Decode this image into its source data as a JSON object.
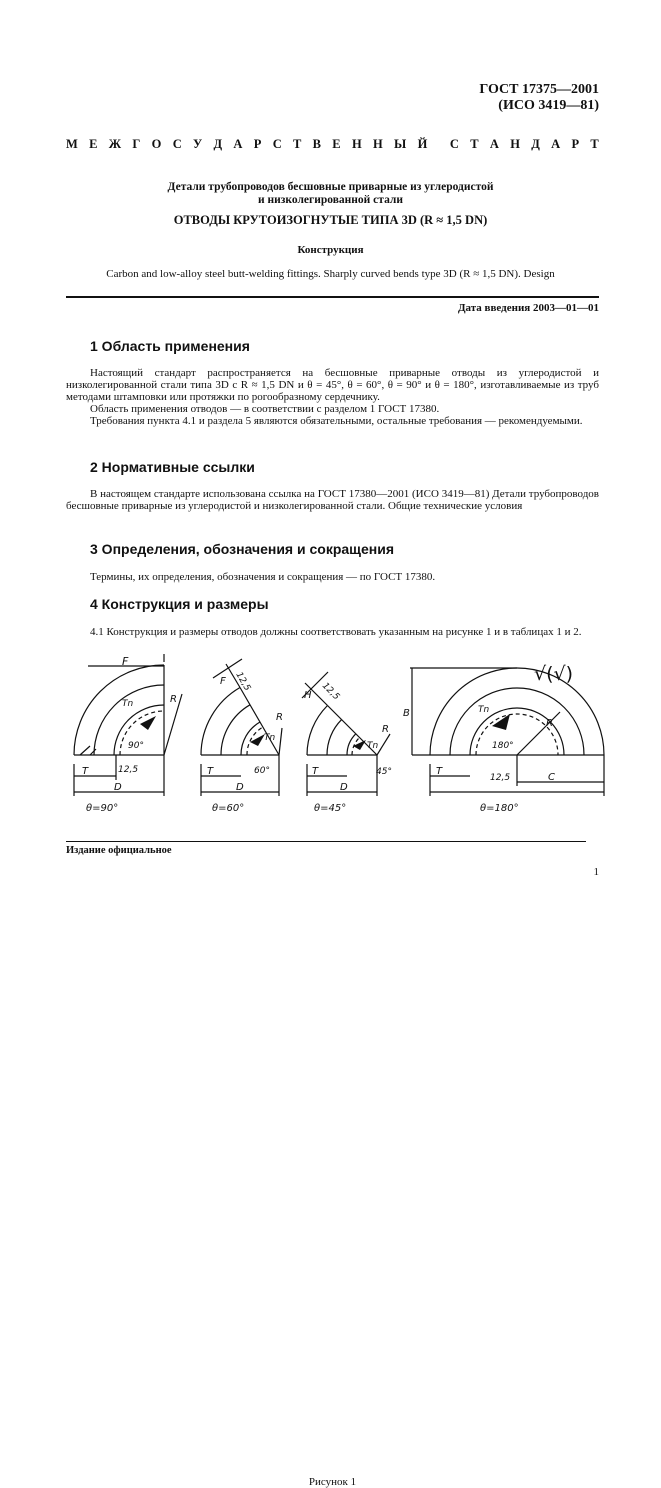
{
  "header": {
    "standard_code": "ГОСТ 17375—2001",
    "iso_code": "(ИСО 3419—81)"
  },
  "interstate_letters": [
    "М",
    "Е",
    "Ж",
    "Г",
    "О",
    "С",
    "У",
    "Д",
    "А",
    "Р",
    "С",
    "Т",
    "В",
    "Е",
    "Н",
    "Н",
    "Ы",
    "Й",
    "",
    "С",
    "Т",
    "А",
    "Н",
    "Д",
    "А",
    "Р",
    "Т"
  ],
  "subtitle_line1": "Детали трубопроводов бесшовные приварные из углеродистой",
  "subtitle_line2": "и низколегированной стали",
  "title": "ОТВОДЫ КРУТОИЗОГНУТЫЕ ТИПА 3D (R ≈ 1,5 DN)",
  "construction_label": "Конструкция",
  "english_title": "Carbon and low-alloy steel butt-welding fittings. Sharply curved bends type 3D (R ≈ 1,5 DN). Design",
  "intro_date": "Дата введения 2003—01—01",
  "sections": [
    {
      "heading": "1 Область применения",
      "paragraphs": [
        "Настоящий стандарт распространяется на бесшовные приварные отводы из углеродистой и низколегированной стали типа 3D с R ≈ 1,5 DN и θ = 45°, θ = 60°, θ = 90° и θ = 180°, изготавливаемые из труб методами штамповки или протяжки по рогообразному сердечнику.",
        "Область применения отводов — в соответствии с разделом 1 ГОСТ 17380.",
        "Требования пункта 4.1 и раздела 5 являются обязательными, остальные требования — рекомендуемыми."
      ]
    },
    {
      "heading": "2 Нормативные ссылки",
      "paragraphs": [
        "В настоящем стандарте использована ссылка на ГОСТ 17380—2001 (ИСО 3419—81) Детали трубопроводов бесшовные приварные из углеродистой и низколегированной стали. Общие технические условия"
      ]
    },
    {
      "heading": "3 Определения, обозначения и сокращения",
      "paragraphs": [
        "Термины, их определения, обозначения и сокращения — по ГОСТ 17380."
      ]
    },
    {
      "heading": "4 Конструкция и размеры",
      "paragraphs": [
        "4.1 Конструкция и размеры отводов должны соответствовать указанным на рисунке 1 и в таблицах 1 и 2."
      ]
    }
  ],
  "figure": {
    "labels": {
      "F": "F",
      "R": "R",
      "Tn": "Tn",
      "T": "T",
      "D": "D",
      "B": "B",
      "C": "C",
      "H": "H",
      "dim_12_5": "12,5",
      "angle_90": "90°",
      "angle_60": "60°",
      "angle_45": "45°",
      "angle_180": "180°",
      "theta_90": "θ=90°",
      "theta_60": "θ=60°",
      "theta_45": "θ=45°",
      "theta_180": "θ=180°",
      "roughness": "√(√)"
    },
    "caption": "Рисунок 1"
  },
  "footer": {
    "edition": "Издание официальное",
    "page_number": "1"
  }
}
